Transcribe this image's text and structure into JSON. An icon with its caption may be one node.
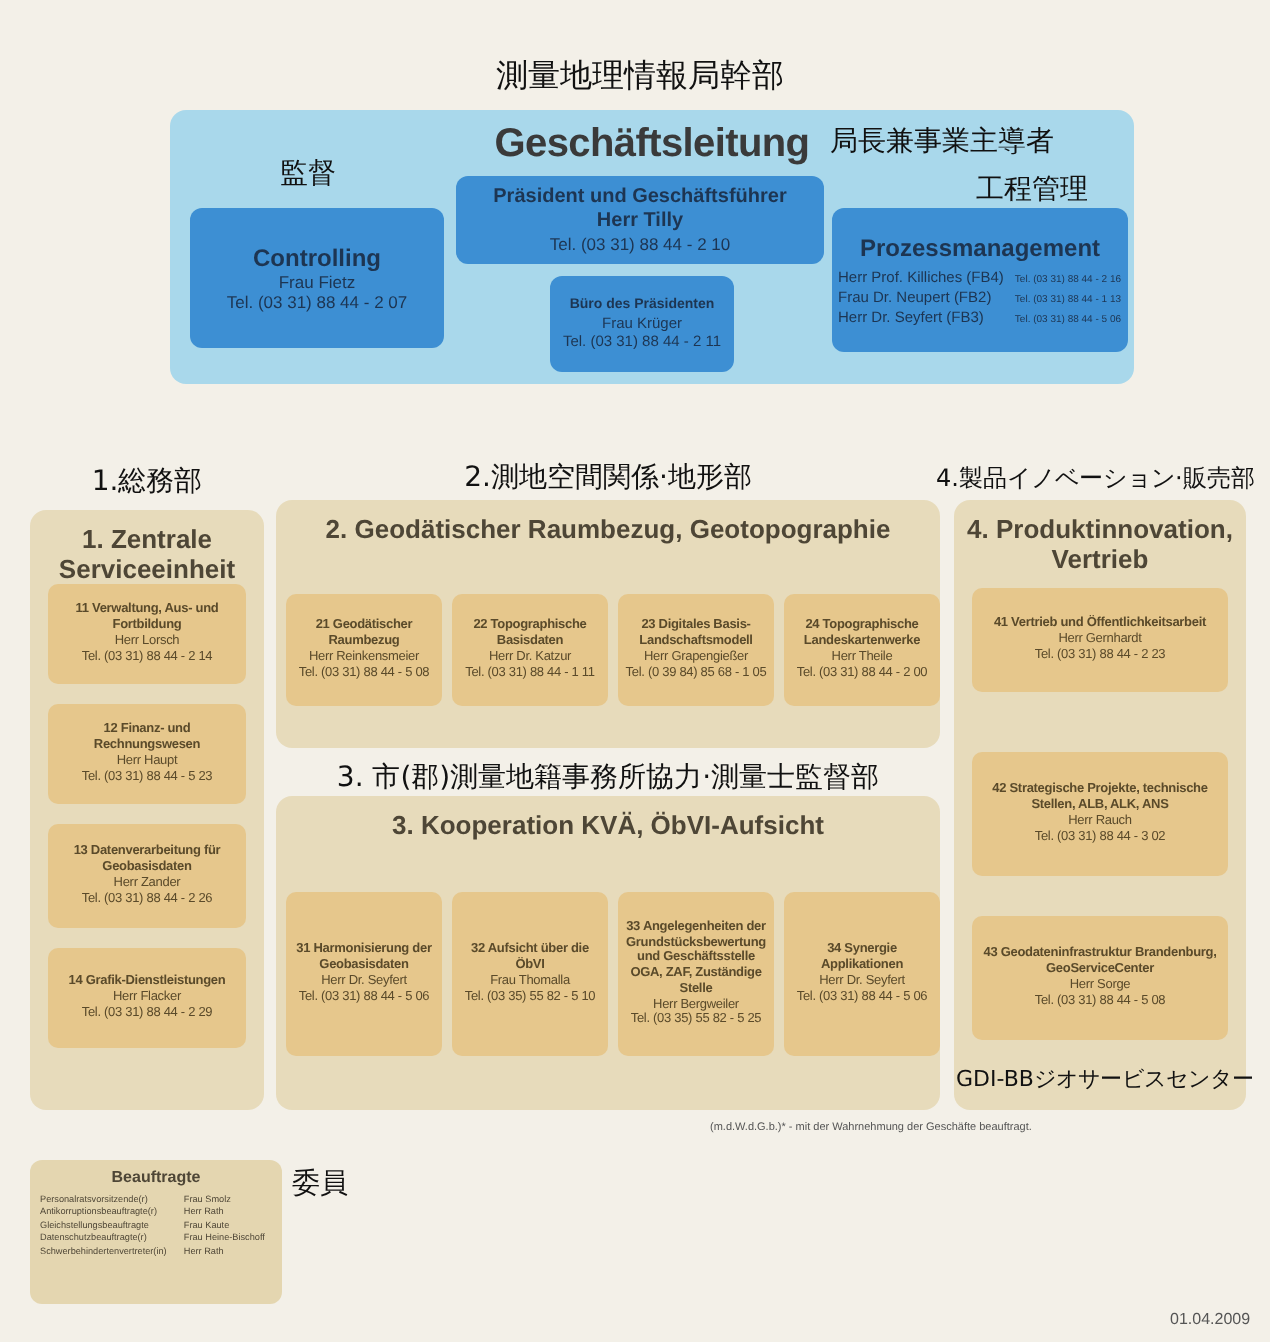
{
  "diagram": {
    "nodes": [
      {
        "text": [
          "Geschäftsleitung"
        ],
        "beside": [
          "測量地理情報局幹部",
          "局長兼事業主導者"
        ]
      },
      {
        "text": [
          "Controlling",
          "Frau Fietz",
          "Tel. (03 31) 88 44 - 2 07"
        ],
        "in": 0,
        "beside": [
          "監督"
        ]
      },
      {
        "text": [
          "Präsident und Geschäftsführer",
          "Herr Tilly",
          "Tel. (03 31) 88 44 - 2 10"
        ],
        "in": 0
      },
      {
        "text": [
          "Büro des Präsidenten",
          "Frau Krüger",
          "Tel. (03 31) 88 44 - 2 11"
        ],
        "in": 0
      },
      {
        "text": [
          "Prozessmanagement",
          "Herr Prof. Killiches (FB4)",
          "Tel. (03 31) 88 44 - 2 16",
          "Frau Dr. Neupert (FB2)",
          "Tel. (03 31) 88 44 - 1 13",
          "Herr Dr. Seyfert (FB3)",
          "Tel. (03 31) 88 44 - 5 06"
        ],
        "in": 0,
        "beside": [
          "工程管理"
        ]
      },
      {
        "text": [
          "1. Zentrale Serviceeinheit"
        ],
        "beside": [
          "1.総務部"
        ]
      },
      {
        "text": [
          "11 Verwaltung, Aus- und Fortbildung",
          "Herr Lorsch",
          "Tel. (03 31) 88 44 - 2 14"
        ],
        "in": 5
      },
      {
        "text": [
          "12 Finanz- und Rechnungswesen",
          "Herr Haupt",
          "Tel. (03 31) 88 44 - 5 23"
        ],
        "in": 5
      },
      {
        "text": [
          "13 Datenverarbeitung für Geobasisdaten",
          "Herr Zander",
          "Tel. (03 31) 88 44 - 2 26"
        ],
        "in": 5
      },
      {
        "text": [
          "14 Grafik-Dienstleistungen",
          "Herr Flacker",
          "Tel. (03 31) 88 44 - 2 29"
        ],
        "in": 5
      },
      {
        "text": [
          "2. Geodätischer Raumbezug, Geotopographie"
        ],
        "beside": [
          "2.測地空間関係·地形部"
        ]
      },
      {
        "text": [
          "21 Geodätischer Raumbezug",
          "Herr Reinkensmeier",
          "Tel. (03 31) 88 44 - 5 08"
        ],
        "in": 10
      },
      {
        "text": [
          "22 Topographische Basisdaten",
          "Herr Dr. Katzur",
          "Tel. (03 31) 88 44 - 1 11"
        ],
        "in": 10
      },
      {
        "text": [
          "23 Digitales Basis-Landschaftsmodell",
          "Herr Grapengießer",
          "Tel. (0 39 84) 85 68 - 1 05"
        ],
        "in": 10
      },
      {
        "text": [
          "24 Topographische Landeskartenwerke",
          "Herr Theile",
          "Tel. (03 31) 88 44 - 2 00"
        ],
        "in": 10
      },
      {
        "text": [
          "3. Kooperation KVÄ, ÖbVI-Aufsicht"
        ],
        "beside": [
          "3. 市(郡)測量地籍事務所協力·測量士監督部"
        ]
      },
      {
        "text": [
          "31 Harmonisierung der Geobasisdaten",
          "Herr Dr. Seyfert",
          "Tel. (03 31) 88 44 - 5 06"
        ],
        "in": 15
      },
      {
        "text": [
          "32 Aufsicht über die ÖbVI",
          "Frau Thomalla",
          "Tel. (03 35) 55 82 - 5 10"
        ],
        "in": 15
      },
      {
        "text": [
          "33 Angelegenheiten der Grundstücksbewertung und Geschäftsstelle OGA, ZAF, Zuständige Stelle",
          "Herr Bergweiler",
          "Tel. (03 35) 55 82 - 5 25"
        ],
        "in": 15
      },
      {
        "text": [
          "34 Synergie Applikationen",
          "Herr Dr. Seyfert",
          "Tel. (03 31) 88 44 - 5 06"
        ],
        "in": 15
      },
      {
        "text": [
          "4. Produktinnovation, Vertrieb"
        ],
        "beside": [
          "4.製品イノベーション·販売部"
        ]
      },
      {
        "text": [
          "41 Vertrieb und Öffentlichkeitsarbeit",
          "Herr Gernhardt",
          "Tel. (03 31) 88 44 - 2 23"
        ],
        "in": 20
      },
      {
        "text": [
          "42 Strategische Projekte, technische Stellen, ALB, ALK, ANS",
          "Herr Rauch",
          "Tel. (03 31) 88 44 - 3 02"
        ],
        "in": 20
      },
      {
        "text": [
          "43 Geodateninfrastruktur Brandenburg, GeoServiceCenter",
          "Herr Sorge",
          "Tel. (03 31) 88 44 - 5 08"
        ],
        "in": 20
      },
      {
        "text": [
          "Beauftragte",
          "Personalratsvorsitzende(r)",
          "Frau Smolz",
          "Antikorruptionsbeauftragte(r)",
          "Herr Rath",
          "Gleichstellungsbeauftragte",
          "Frau Kaute",
          "Datenschutzbeauftragte(r)",
          "Frau Heine-Bischoff",
          "Schwerbehindertenvertreter(in)",
          "Herr Rath"
        ],
        "beside": [
          "委員"
        ]
      }
    ],
    "labels": [
      "GDI-BBジオサービスセンター",
      "(m.d.W.d.G.b.)* - mit der Wahrnehmung der Geschäfte beauftragt.",
      "01.04.2009"
    ]
  }
}
